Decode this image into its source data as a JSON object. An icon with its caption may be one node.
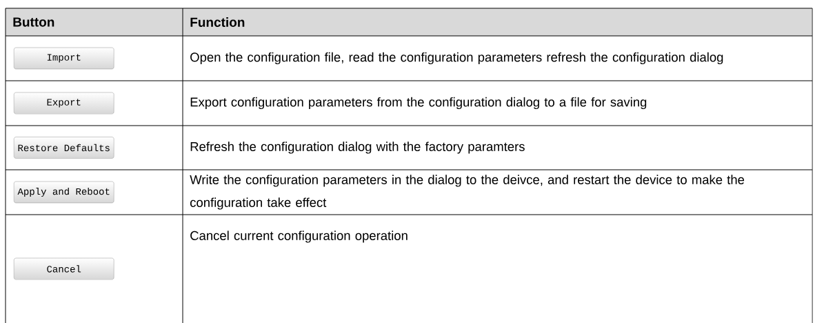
{
  "diagram": {
    "nodes": [
      {
        "text": [
          "Import"
        ]
      },
      {
        "text": [
          "Export"
        ]
      },
      {
        "text": [
          "Restore Defaults"
        ]
      },
      {
        "text": [
          "Apply and Reboot"
        ]
      },
      {
        "text": [
          "Cancel"
        ]
      }
    ],
    "labels": [
      "Button",
      "Function",
      "Open the configuration file, read the configuration parameters refresh the configuration dialog",
      "Export configuration parameters from the configuration dialog to a file for saving",
      "Refresh the configuration dialog with the factory paramters",
      "Write the configuration parameters in the dialog to the deivce, and restart the device to make the configuration take effect",
      "Cancel current configuration operation"
    ]
  }
}
